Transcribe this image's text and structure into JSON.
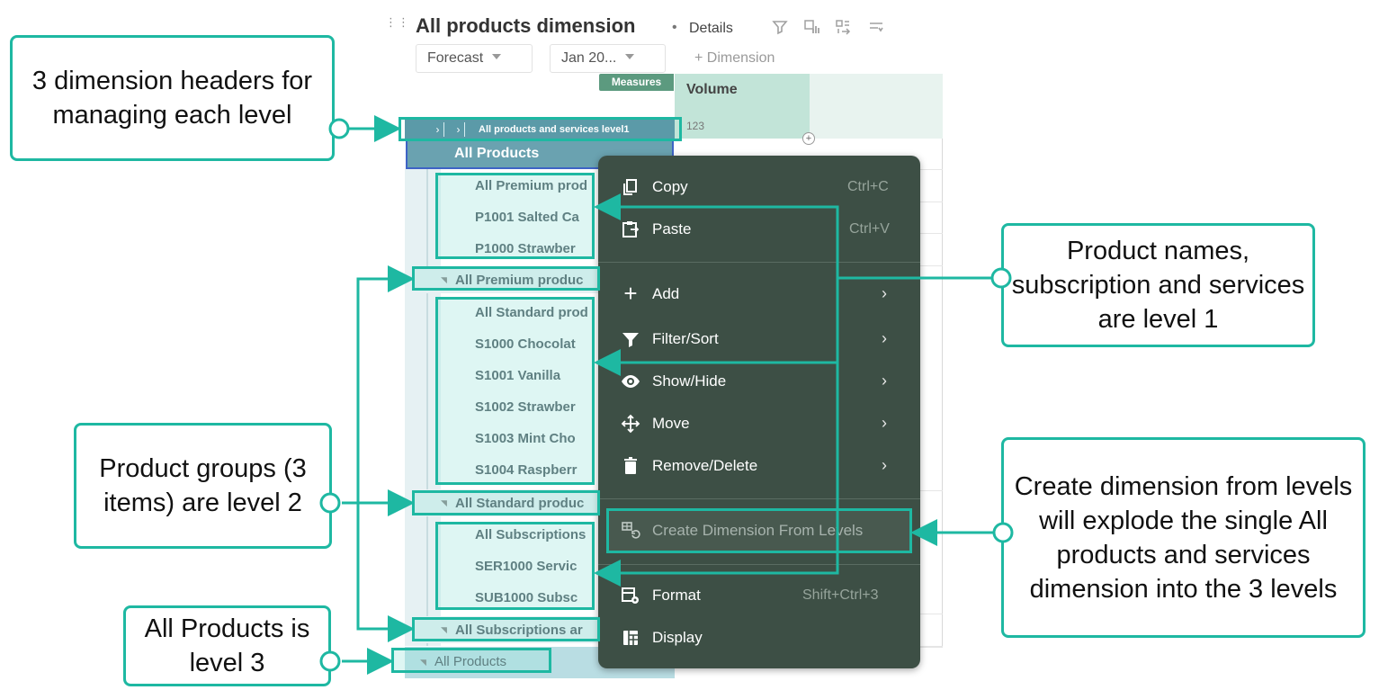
{
  "header": {
    "title": "All products dimension",
    "details": "Details",
    "dropdowns": [
      "Forecast",
      "Jan 20..."
    ],
    "add_dimension": "+ Dimension",
    "icons": [
      "filter-icon",
      "chart-icon",
      "pivot-icon",
      "sort-icon"
    ]
  },
  "grid": {
    "measures_tag": "Measures",
    "volume_header": "Volume",
    "number_format": "123",
    "dimension_header": "All products and services level1",
    "level3_label": "All Products",
    "rows": [
      "All Premium prod",
      "P1001 Salted Ca",
      "P1000 Strawber",
      "All Premium produc",
      "All Standard prod",
      "S1000 Chocolat",
      "S1001 Vanilla",
      "S1002 Strawber",
      "S1003 Mint Cho",
      "S1004 Raspberr",
      "All Standard produc",
      "All Subscriptions",
      "SER1000 Servic",
      "SUB1000 Subsc",
      "All Subscriptions ar",
      "All Products"
    ]
  },
  "context_menu": {
    "items": [
      {
        "label": "Copy",
        "shortcut": "Ctrl+C",
        "icon": "copy-icon"
      },
      {
        "label": "Paste",
        "shortcut": "Ctrl+V",
        "icon": "paste-icon"
      },
      {
        "label": "Add",
        "icon": "plus-icon"
      },
      {
        "label": "Filter/Sort",
        "icon": "filter-icon"
      },
      {
        "label": "Show/Hide",
        "icon": "eye-icon"
      },
      {
        "label": "Move",
        "icon": "move-icon"
      },
      {
        "label": "Remove/Delete",
        "icon": "trash-icon"
      },
      {
        "label": "Create Dimension From Levels",
        "icon": "dimension-icon",
        "disabled": true
      },
      {
        "label": "Format",
        "shortcut": "Shift+Ctrl+3",
        "icon": "format-icon"
      },
      {
        "label": "Display",
        "icon": "display-icon"
      }
    ]
  },
  "callouts": {
    "dimension_headers": "3 dimension headers for managing each level",
    "level1": "Product names, subscription and services are level 1",
    "level2": "Product groups (3 items) are level 2",
    "create_dimension": "Create dimension from levels will explode the single All products and services dimension into the 3 levels",
    "level3": "All Products is level 3"
  },
  "colors": {
    "accent": "#1eb8a2",
    "menu_bg": "#3d4f45",
    "dimension_header": "#5b9aa8",
    "volume_header": "#c2e4d8"
  }
}
